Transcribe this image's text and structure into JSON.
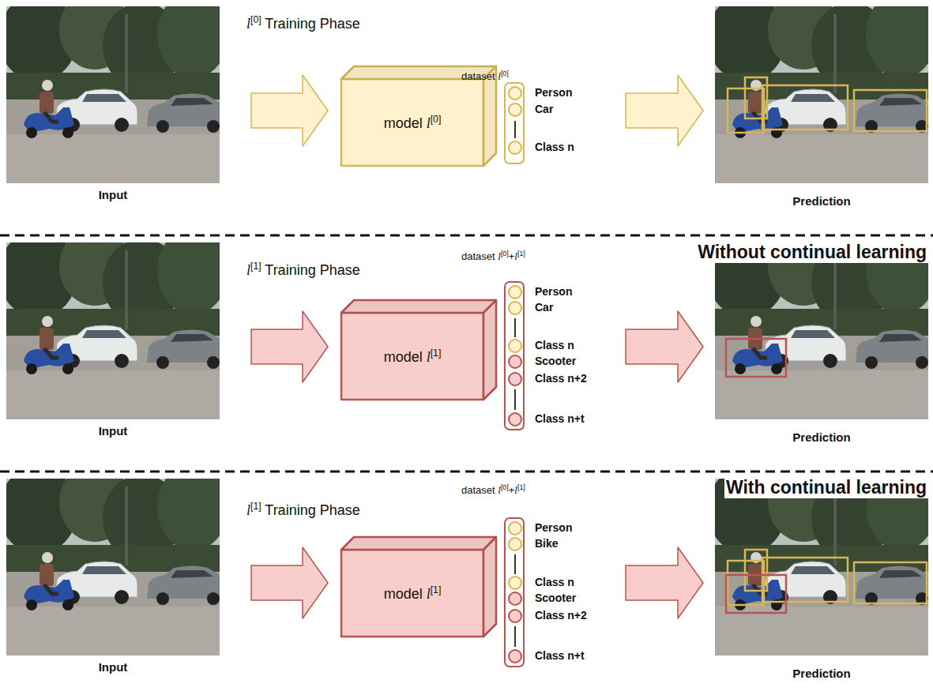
{
  "diagram": {
    "nodes": [
      {
        "text": [
          "Input"
        ]
      },
      {
        "text": [
          "model l[0]"
        ]
      },
      {
        "text": [
          "dataset l[0]",
          "Person",
          "Car",
          "Class n"
        ]
      },
      {
        "text": [
          "Prediction"
        ]
      },
      {
        "text": [
          "Input"
        ]
      },
      {
        "text": [
          "model l[1]"
        ]
      },
      {
        "text": [
          "dataset l[0]+l[1]",
          "Person",
          "Car",
          "Class n",
          "Scooter",
          "Class n+2",
          "Class n+t"
        ]
      },
      {
        "text": [
          "Prediction"
        ]
      },
      {
        "text": [
          "Input"
        ]
      },
      {
        "text": [
          "model l[1]"
        ]
      },
      {
        "text": [
          "dataset l[0]+l[1]",
          "Person",
          "Bike",
          "Class n",
          "Scooter",
          "Class n+2",
          "Class n+t"
        ]
      },
      {
        "text": [
          "Prediction"
        ]
      }
    ],
    "edges": [
      {
        "from": 0,
        "to": 1,
        "arrow": "to"
      },
      {
        "from": 2,
        "to": 3,
        "arrow": "to"
      },
      {
        "from": 4,
        "to": 5,
        "arrow": "to"
      },
      {
        "from": 6,
        "to": 7,
        "arrow": "to"
      },
      {
        "from": 8,
        "to": 9,
        "arrow": "to"
      },
      {
        "from": 10,
        "to": 11,
        "arrow": "to"
      }
    ],
    "labels": [
      "l[0] Training Phase",
      "Without continual learning",
      "l[1] Training Phase",
      "With continual learning",
      "l[1] Training Phase"
    ]
  }
}
